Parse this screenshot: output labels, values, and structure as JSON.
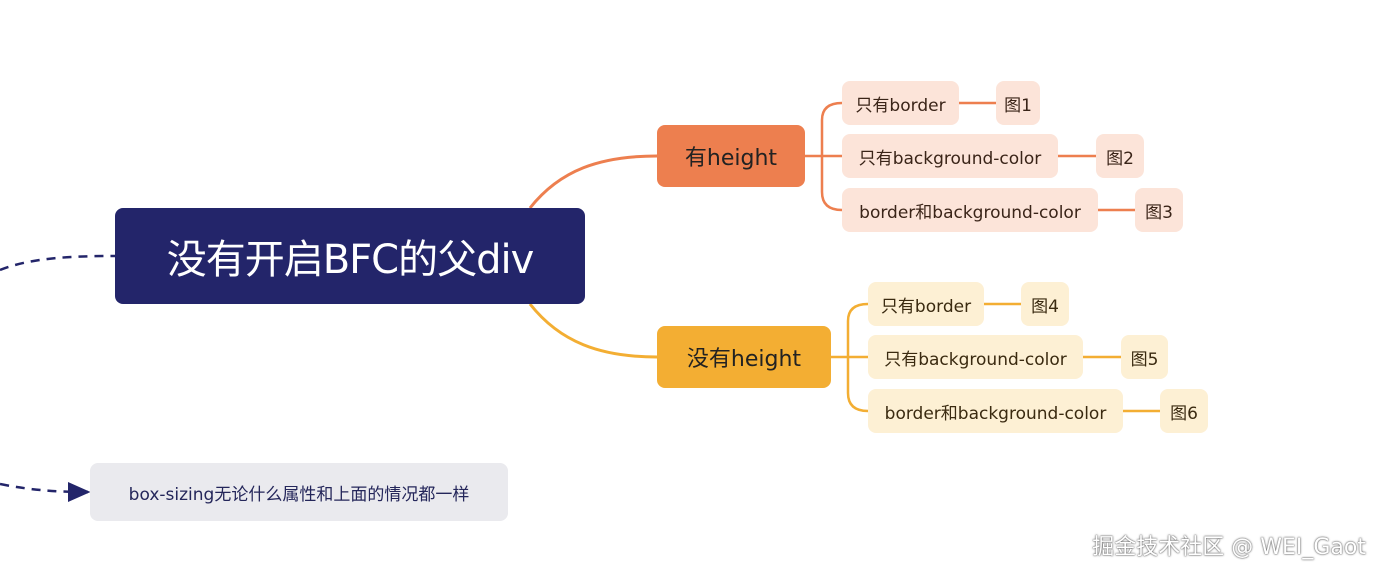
{
  "root": {
    "label": "没有开启BFC的父div"
  },
  "branches": [
    {
      "label": "有height",
      "color": "#ed7f4f",
      "leaves": [
        {
          "label": "只有border",
          "figure": "图1"
        },
        {
          "label": "只有background-color",
          "figure": "图2"
        },
        {
          "label": "border和background-color",
          "figure": "图3"
        }
      ]
    },
    {
      "label": "没有height",
      "color": "#f3ae33",
      "leaves": [
        {
          "label": "只有border",
          "figure": "图4"
        },
        {
          "label": "只有background-color",
          "figure": "图5"
        },
        {
          "label": "border和background-color",
          "figure": "图6"
        }
      ]
    }
  ],
  "note": {
    "label": "box-sizing无论什么属性和上面的情况都一样"
  },
  "watermark": "掘金技术社区 @ WEI_Gaot",
  "colors": {
    "root": "#23256a",
    "orange": "#ed7f4f",
    "yellow": "#f3ae33",
    "orange_leaf": "#fce4d9",
    "yellow_leaf": "#fdf0d4",
    "dashed": "#23256a"
  }
}
